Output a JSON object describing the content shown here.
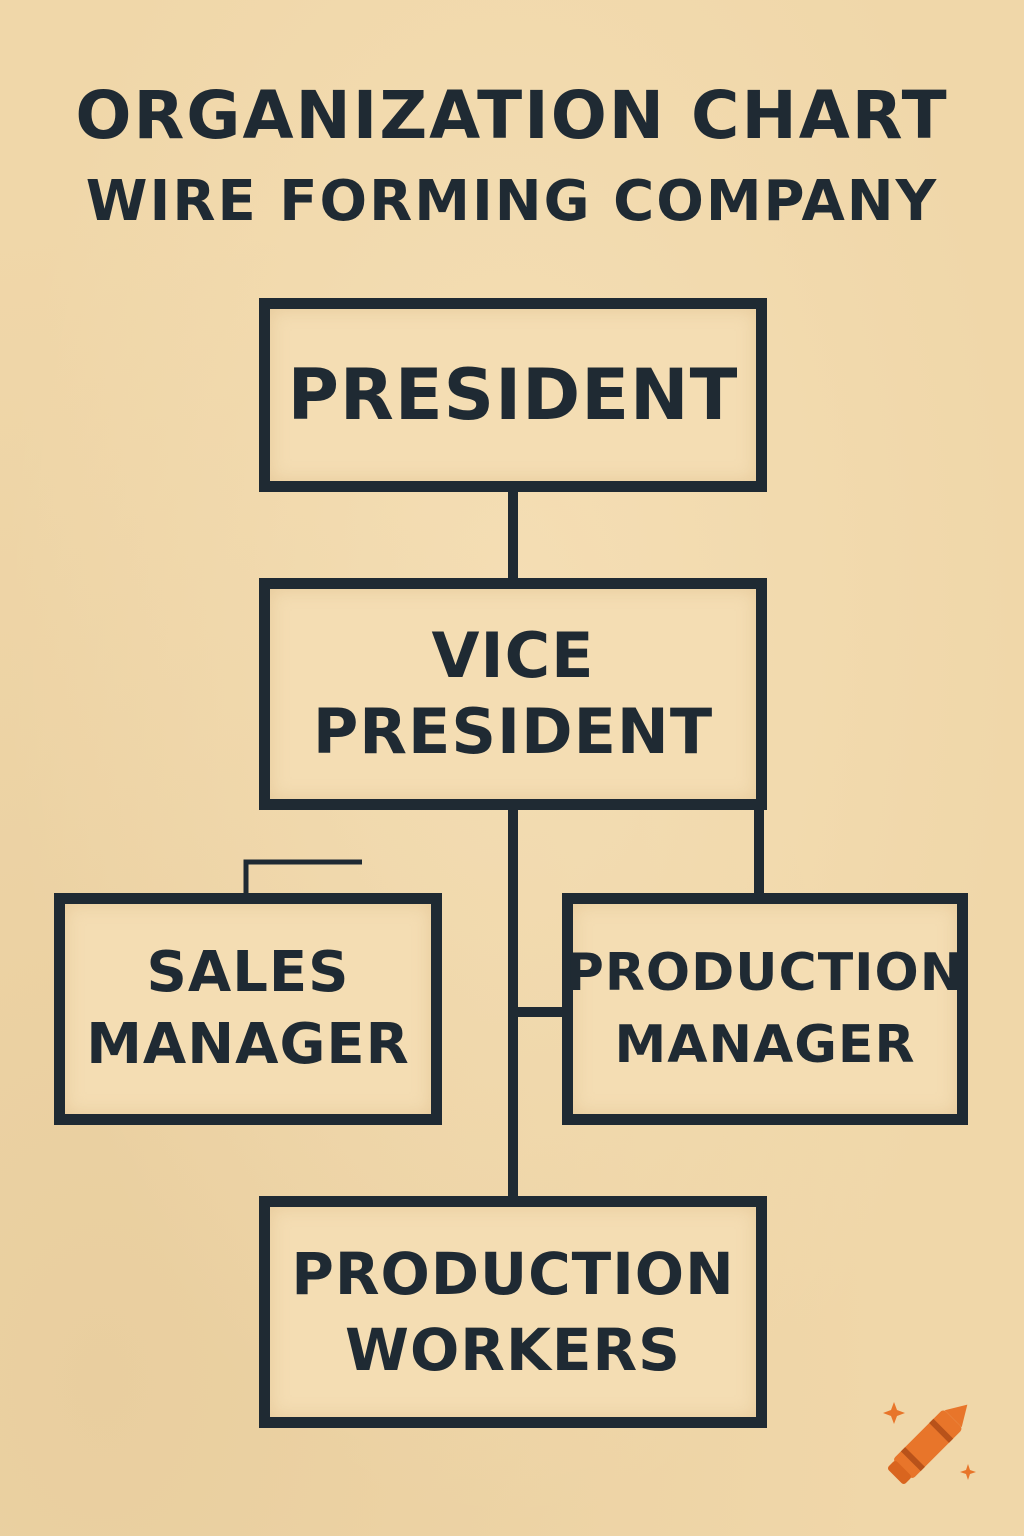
{
  "header": {
    "title": "ORGANIZATION CHART",
    "subtitle": "WIRE FORMING COMPANY"
  },
  "nodes": {
    "president": {
      "lines": [
        "PRESIDENT"
      ]
    },
    "vice_president": {
      "lines": [
        "VICE",
        "PRESIDENT"
      ]
    },
    "sales_manager": {
      "lines": [
        "SALES",
        "MANAGER"
      ]
    },
    "production_manager": {
      "lines": [
        "PRODUCTION",
        "MANAGER"
      ]
    },
    "production_workers": {
      "lines": [
        "PRODUCTION",
        "WORKERS"
      ]
    }
  },
  "colors": {
    "ink": "#1f2a33",
    "paper": "#f0d7a9",
    "box_fill": "#f4ddb3",
    "logo_orange": "#e8752a"
  },
  "icons": {
    "corner_logo": "crayon-icon"
  }
}
